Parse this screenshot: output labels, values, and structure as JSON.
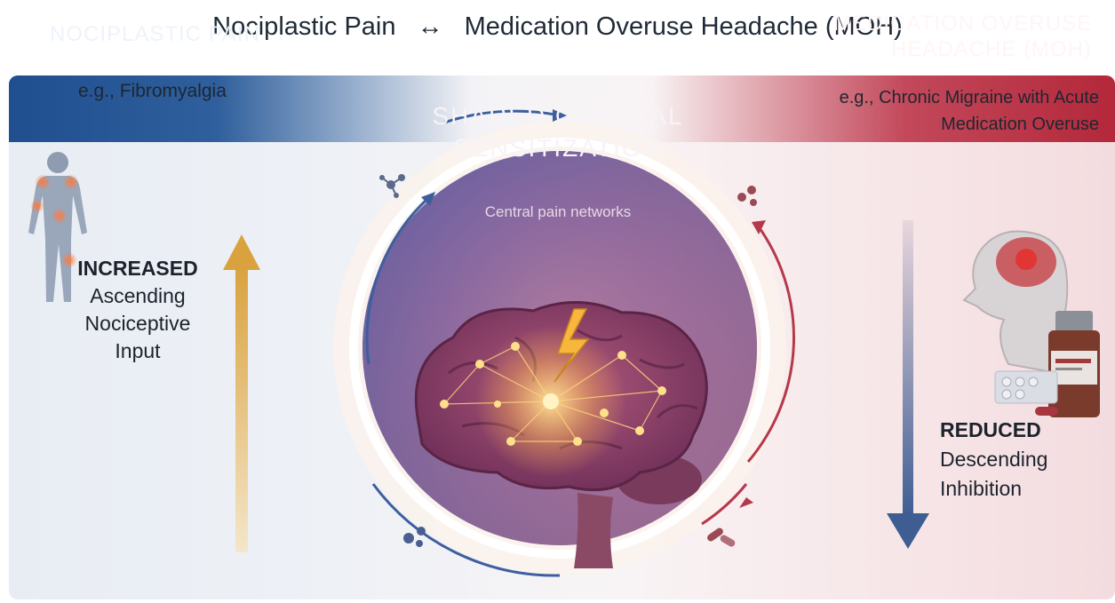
{
  "title": {
    "left": "Nociplastic Pain",
    "arrow": "↔",
    "right": "Medication Overuse Headache (MOH)"
  },
  "left_panel": {
    "header": "NOCIPLASTIC PAIN",
    "example": "e.g., Fibromyalgia",
    "arrow_label_bold": "INCREASED",
    "arrow_label_rest": "Ascending Nociceptive Input",
    "arrow_direction": "up",
    "accent_color": "#2a5592",
    "arrow_color": "#d9a74a"
  },
  "right_panel": {
    "header": "MEDICATION OVERUSE HEADACHE (MOH)",
    "example": "e.g., Chronic Migraine with Acute Medication Overuse",
    "arrow_label_bold": "REDUCED",
    "arrow_label_rest": "Descending Inhibition",
    "arrow_direction": "down",
    "accent_color": "#b3283a",
    "arrow_color": "#3e5d93"
  },
  "center": {
    "title": "SHARED CENTRAL SENSITIZATION",
    "subtitle": "Central pain networks",
    "cycle_left_color": "#3d5f9e",
    "cycle_right_color": "#b5394a",
    "icons": [
      "molecule-icon",
      "pills-icon",
      "neuron-cluster-icon",
      "capsules-icon"
    ]
  },
  "illustrations": [
    "body-figure-with-pain-points",
    "brain-network",
    "head-with-brain",
    "medication-bottle-and-blister"
  ]
}
